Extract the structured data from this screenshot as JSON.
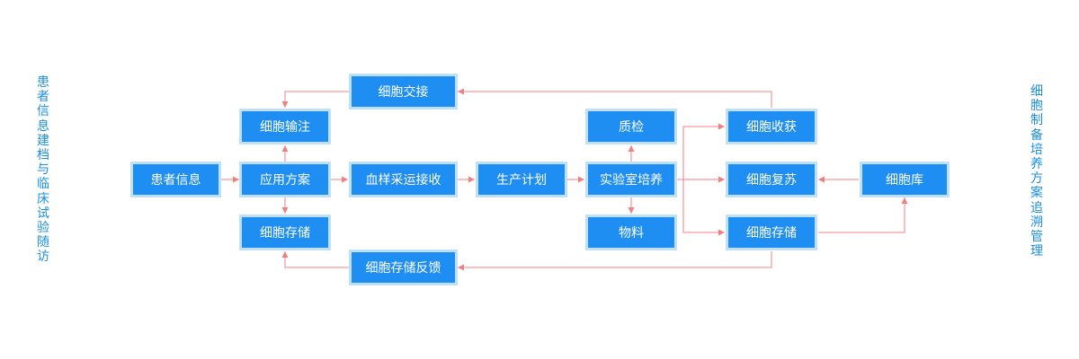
{
  "left_title": "患者信息建档与临床试验随访",
  "right_title": "细胞制备培养方案追溯管理",
  "nodes": {
    "patient_info": "患者信息",
    "treatment_plan": "应用方案",
    "cell_infusion": "细胞输注",
    "cell_storage_left": "细胞存储",
    "cell_handover": "细胞交接",
    "storage_feedback": "细胞存储反馈",
    "blood_transport": "血样采运接收",
    "production_plan": "生产计划",
    "lab_culture": "实验室培养",
    "quality_check": "质检",
    "materials": "物料",
    "cell_harvest": "细胞收获",
    "cell_recovery": "细胞复苏",
    "cell_storage_right": "细胞存储",
    "cell_bank": "细胞库"
  },
  "colors": {
    "box_fill": "#1f8ef3",
    "box_border": "#bfe0f9",
    "arrow": "#f08080",
    "side_text": "#1b8fde"
  }
}
